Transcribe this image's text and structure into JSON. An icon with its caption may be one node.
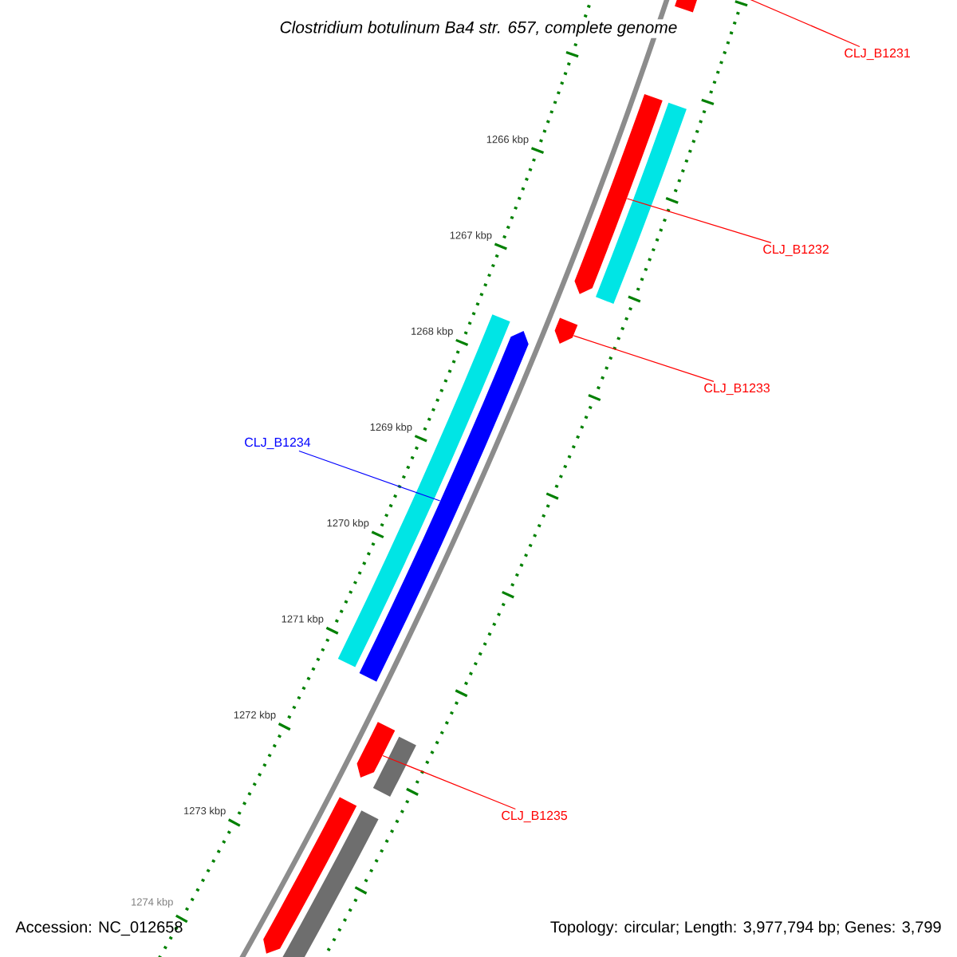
{
  "diagram": {
    "title": "Clostridium botulinum Ba4 str. 657, complete genome",
    "nodes": [
      {
        "text": [
          "CLJ_B1231"
        ]
      },
      {
        "text": [],
        "shape": "bar"
      },
      {
        "text": [
          "CLJ_B1232"
        ]
      },
      {
        "text": [],
        "shape": "bar"
      },
      {
        "text": [],
        "shape": "bar"
      },
      {
        "text": [
          "CLJ_B1233"
        ]
      },
      {
        "text": [],
        "shape": "bar"
      },
      {
        "text": [
          "CLJ_B1234"
        ]
      },
      {
        "text": [],
        "shape": "bar"
      },
      {
        "text": [],
        "shape": "bar"
      },
      {
        "text": [
          "CLJ_B1235"
        ]
      },
      {
        "text": [],
        "shape": "bar"
      },
      {
        "text": [],
        "shape": "bar"
      },
      {
        "text": [],
        "shape": "bar"
      },
      {
        "text": [],
        "shape": "bar"
      }
    ],
    "edges": [
      {
        "from": 0,
        "to": 1,
        "arrow": "none"
      },
      {
        "from": 2,
        "to": 3,
        "arrow": "none"
      },
      {
        "from": 5,
        "to": 6,
        "arrow": "none"
      },
      {
        "from": 7,
        "to": 9,
        "arrow": "none",
        "color": "#0000ff"
      },
      {
        "from": 10,
        "to": 11,
        "arrow": "none"
      }
    ],
    "labels": [
      "1266 kbp",
      "1267 kbp",
      "1268 kbp",
      "1269 kbp",
      "1270 kbp",
      "1271 kbp",
      "1272 kbp",
      "1273 kbp",
      "1274 kbp",
      "Accession: NC_012658",
      "Topology: circular; Length: 3,977,794 bp; Genes: 3,799"
    ]
  }
}
